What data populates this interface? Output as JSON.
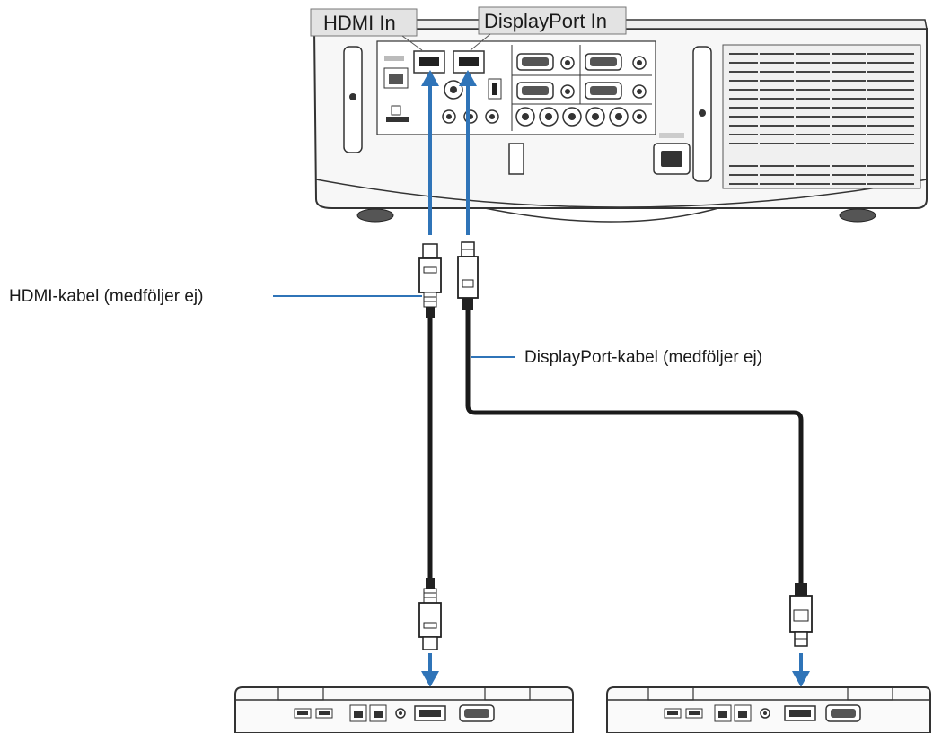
{
  "labels": {
    "hdmi_in": "HDMI In",
    "displayport_in": "DisplayPort In",
    "hdmi_cable": "HDMI-kabel (medföljer ej)",
    "displayport_cable": "DisplayPort-kabel (medföljer ej)"
  },
  "colors": {
    "arrow_blue": "#2f74b8",
    "cable": "#1a1a1a",
    "label_box_fill": "#e3e3e3"
  },
  "icons": {
    "projector": "projector-icon",
    "laptop": "laptop-icon",
    "hdmi_plug": "hdmi-plug-icon",
    "displayport_plug": "displayport-plug-icon"
  }
}
